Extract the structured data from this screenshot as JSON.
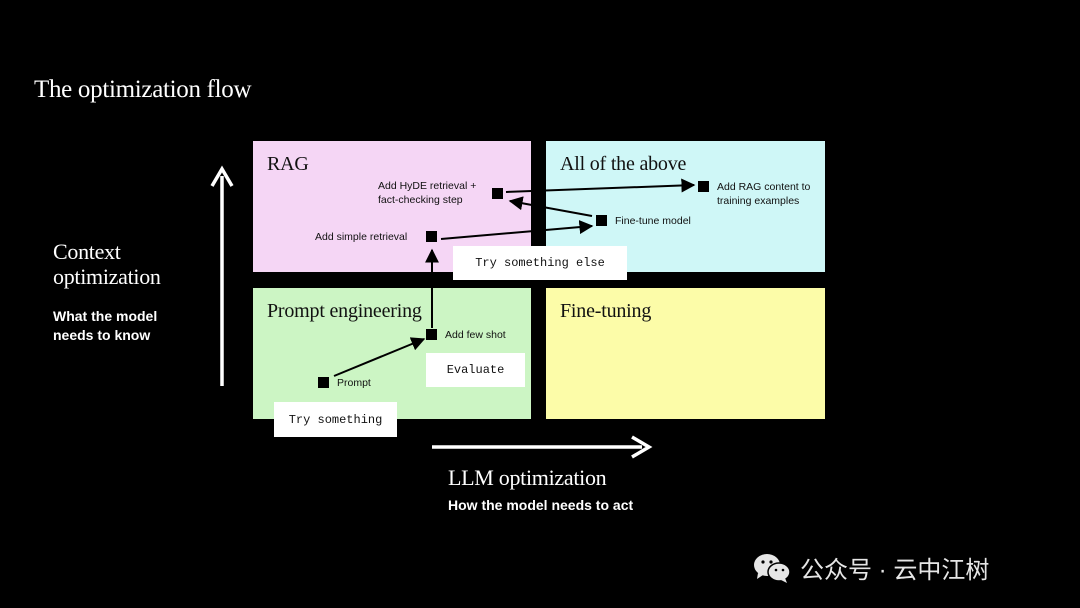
{
  "title": "The optimization flow",
  "quadrants": {
    "rag": {
      "title": "RAG",
      "color": "#F5D6F5"
    },
    "all": {
      "title": "All of the above",
      "color": "#CFF7F7"
    },
    "prompt": {
      "title": "Prompt engineering",
      "color": "#CCF5C4"
    },
    "finetuning": {
      "title": "Fine-tuning",
      "color": "#FCFCA8"
    }
  },
  "nodes": {
    "prompt": "Prompt",
    "few_shot": "Add few shot",
    "simple_retrieval": "Add simple retrieval",
    "hyde_line1": "Add HyDE retrieval +",
    "hyde_line2": "fact-checking step",
    "fine_tune": "Fine-tune model",
    "rag_content_line1": "Add RAG content to",
    "rag_content_line2": "training examples"
  },
  "badges": {
    "try_something": "Try something",
    "evaluate": "Evaluate",
    "try_something_else": "Try something else"
  },
  "y_axis": {
    "title_line1": "Context",
    "title_line2": "optimization",
    "sub_line1": "What the model",
    "sub_line2": "needs to know"
  },
  "x_axis": {
    "title": "LLM optimization",
    "sub": "How the model needs to act"
  },
  "watermark": {
    "text": "公众号 · 云中江树",
    "icon": "wechat-icon"
  }
}
